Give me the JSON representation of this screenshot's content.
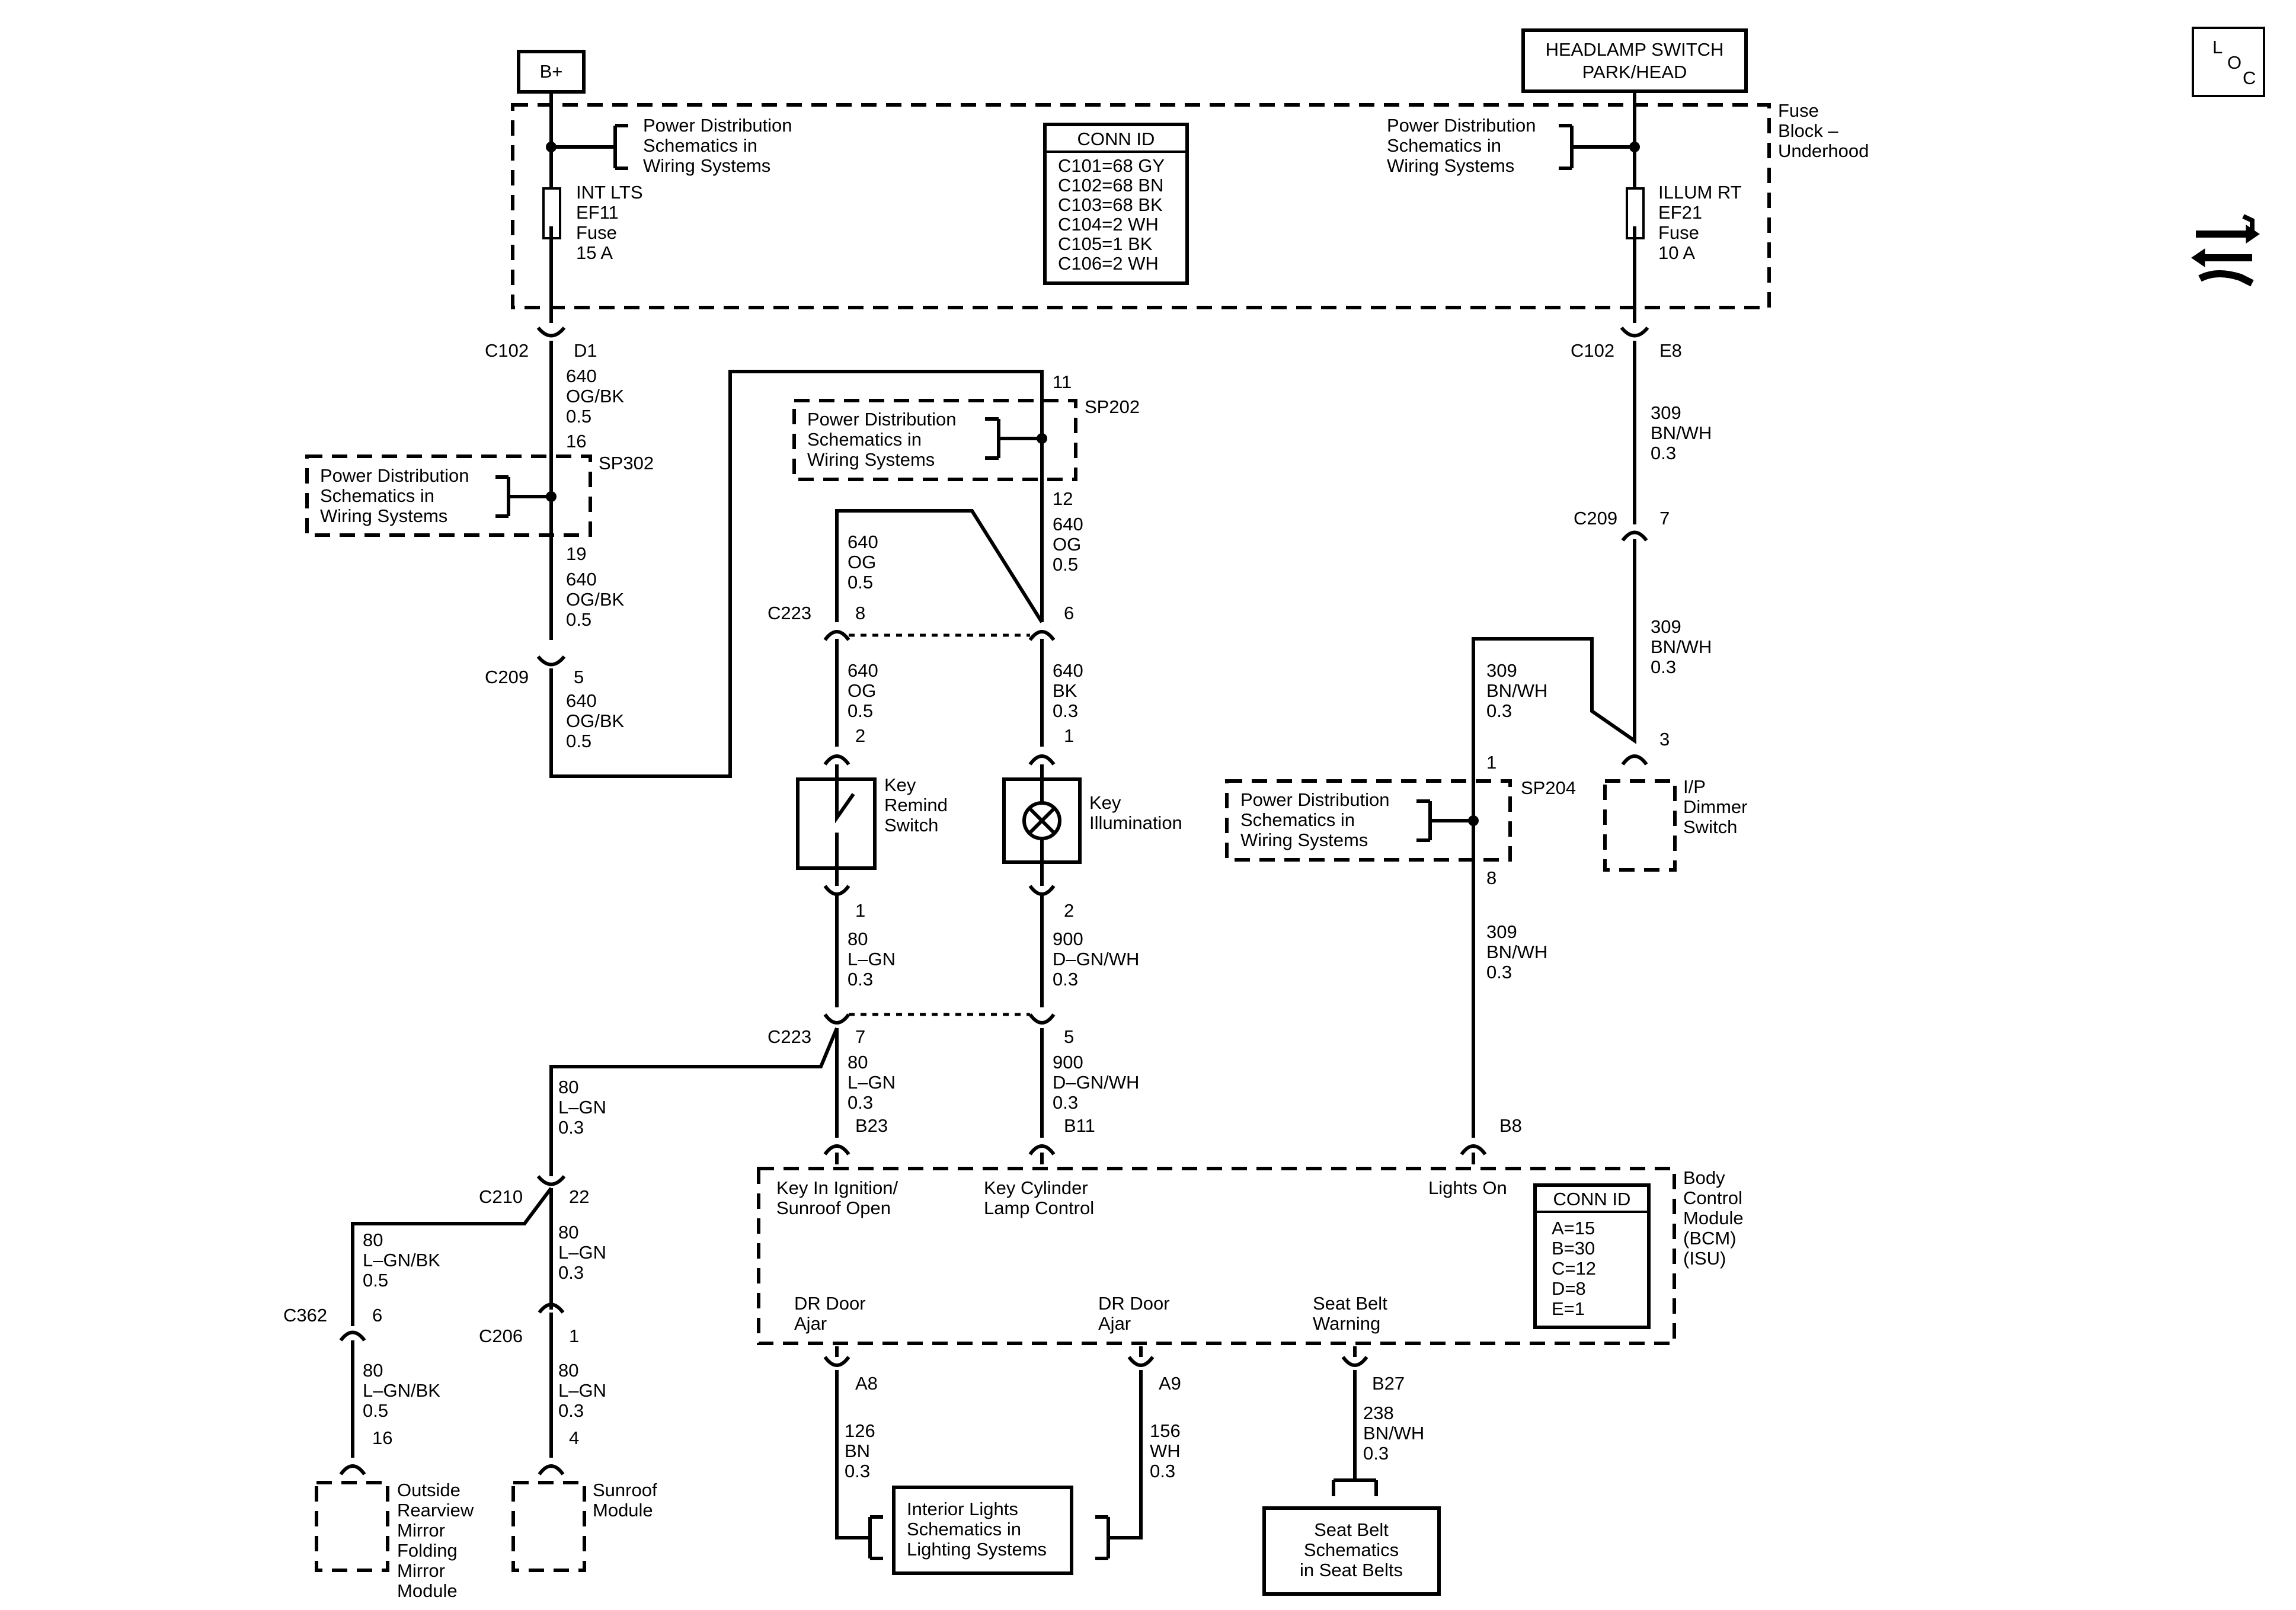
{
  "supply": {
    "battery": "B+",
    "headlamp_switch": [
      "HEADLAMP SWITCH",
      "PARK/HEAD"
    ]
  },
  "loc_icon": [
    "L",
    "O",
    "C"
  ],
  "fuse_block": {
    "label": [
      "Fuse",
      "Block –",
      "Underhood"
    ],
    "pd_left": [
      "Power Distribution",
      "Schematics in",
      "Wiring Systems"
    ],
    "pd_right": [
      "Power Distribution",
      "Schematics in",
      "Wiring Systems"
    ],
    "fuse_left": [
      "INT LTS",
      "EF11",
      "Fuse",
      "15 A"
    ],
    "fuse_right": [
      "ILLUM RT",
      "EF21",
      "Fuse",
      "10 A"
    ],
    "conn_id": {
      "title": "CONN ID",
      "rows": [
        "C101=68 GY",
        "C102=68 BN",
        "C103=68 BK",
        "C104=2 WH",
        "C105=1 BK",
        "C106=2 WH"
      ]
    }
  },
  "left_circuit": {
    "c102": "C102",
    "c102_pin": "D1",
    "wire1": [
      "640",
      "OG/BK",
      "0.5"
    ],
    "pin16": "16",
    "sp302": "SP302",
    "pd_box": [
      "Power Distribution",
      "Schematics in",
      "Wiring Systems"
    ],
    "pin19": "19",
    "wire2": [
      "640",
      "OG/BK",
      "0.5"
    ],
    "c209": "C209",
    "c209_pin": "5",
    "wire3": [
      "640",
      "OG/BK",
      "0.5"
    ]
  },
  "middle_circuit": {
    "pin11": "11",
    "sp202": "SP202",
    "pd_box": [
      "Power Distribution",
      "Schematics in",
      "Wiring Systems"
    ],
    "pin12": "12",
    "wire_og_left": [
      "640",
      "OG",
      "0.5"
    ],
    "wire_og_right": [
      "640",
      "OG",
      "0.5"
    ],
    "c223_top": "C223",
    "c223_pin8": "8",
    "c223_pin6": "6",
    "wire_og_left2": [
      "640",
      "OG",
      "0.5"
    ],
    "wire_bk": [
      "640",
      "BK",
      "0.3"
    ],
    "key_remind_pin2": "2",
    "key_illum_pin1": "1",
    "key_remind": [
      "Key",
      "Remind",
      "Switch"
    ],
    "key_illum": [
      "Key",
      "Illumination"
    ],
    "key_remind_pin1": "1",
    "key_illum_pin2": "2",
    "wire_lgn": [
      "80",
      "L–GN",
      "0.3"
    ],
    "wire_dgn": [
      "900",
      "D–GN/WH",
      "0.3"
    ],
    "c223_bottom": "C223",
    "c223_pin7": "7",
    "c223_pin5": "5",
    "wire_lgn2": [
      "80",
      "L–GN",
      "0.3"
    ],
    "wire_dgn2": [
      "900",
      "D–GN/WH",
      "0.3"
    ],
    "b23": "B23",
    "b11": "B11"
  },
  "lower_left": {
    "wire_lgn": [
      "80",
      "L–GN",
      "0.3"
    ],
    "c210": "C210",
    "c210_pin": "22",
    "wire_lgnbk": [
      "80",
      "L–GN/BK",
      "0.5"
    ],
    "wire_lgn2": [
      "80",
      "L–GN",
      "0.3"
    ],
    "c362": "C362",
    "c362_pin": "6",
    "c206": "C206",
    "c206_pin": "1",
    "wire_lgnbk2": [
      "80",
      "L–GN/BK",
      "0.5"
    ],
    "wire_lgn3": [
      "80",
      "L–GN",
      "0.3"
    ],
    "mirror_pin": "16",
    "sunroof_pin": "4",
    "mirror_module": [
      "Outside",
      "Rearview",
      "Mirror",
      "Folding",
      "Mirror",
      "Module"
    ],
    "sunroof_module": [
      "Sunroof",
      "Module"
    ]
  },
  "right_circuit": {
    "c102": "C102",
    "c102_pin": "E8",
    "wire1": [
      "309",
      "BN/WH",
      "0.3"
    ],
    "c209": "C209",
    "c209_pin": "7",
    "wire2": [
      "309",
      "BN/WH",
      "0.3"
    ],
    "wire3": [
      "309",
      "BN/WH",
      "0.3"
    ],
    "dimmer_pin": "3",
    "dimmer": [
      "I/P",
      "Dimmer",
      "Switch"
    ],
    "sp204": "SP204",
    "sp204_pin1": "1",
    "sp204_pin8": "8",
    "pd_box": [
      "Power Distribution",
      "Schematics in",
      "Wiring Systems"
    ],
    "wire4": [
      "309",
      "BN/WH",
      "0.3"
    ],
    "b8": "B8"
  },
  "bcm": {
    "label": [
      "Body",
      "Control",
      "Module",
      "(BCM)",
      "(ISU)"
    ],
    "key_in_ignition": [
      "Key In Ignition/",
      "Sunroof Open"
    ],
    "key_cylinder": [
      "Key Cylinder",
      "Lamp Control"
    ],
    "lights_on": "Lights On",
    "dr_door_a8": [
      "DR Door",
      "Ajar"
    ],
    "dr_door_a9": [
      "DR Door",
      "Ajar"
    ],
    "seat_belt_warning": [
      "Seat Belt",
      "Warning"
    ],
    "conn_id": {
      "title": "CONN ID",
      "rows": [
        "A=15",
        "B=30",
        "C=12",
        "D=8",
        "E=1"
      ]
    },
    "a8": "A8",
    "a9": "A9",
    "b27": "B27"
  },
  "bottom": {
    "wire_bn": [
      "126",
      "BN",
      "0.3"
    ],
    "wire_wh": [
      "156",
      "WH",
      "0.3"
    ],
    "wire_seat": [
      "238",
      "BN/WH",
      "0.3"
    ],
    "interior_lights": [
      "Interior Lights",
      "Schematics in",
      "Lighting Systems"
    ],
    "seat_belt_box": [
      "Seat Belt",
      "Schematics",
      "in Seat Belts"
    ]
  }
}
